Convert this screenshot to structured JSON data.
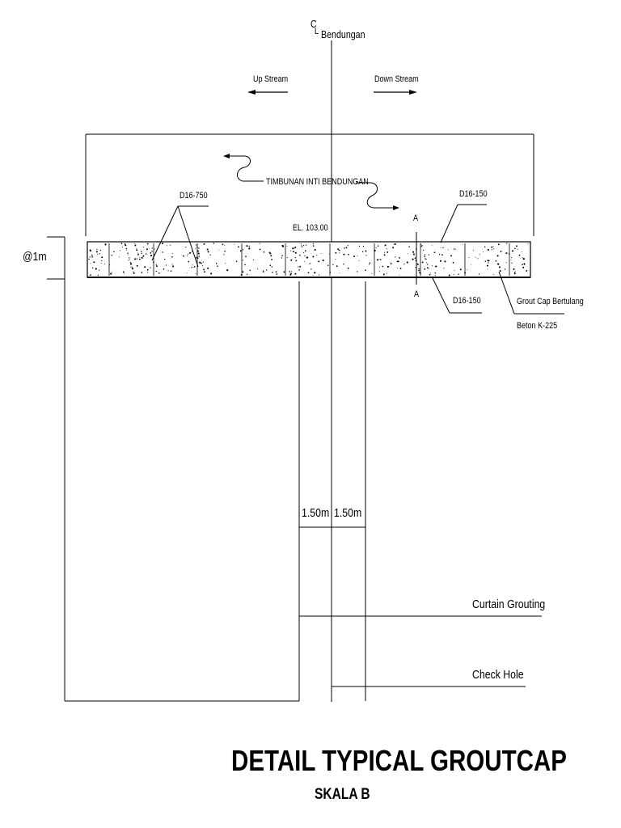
{
  "labels": {
    "centerline_symbol": "C",
    "centerline_sub": "L",
    "centerline": "Bendungan",
    "upstream": "Up Stream",
    "downstream": "Down Stream",
    "timbunan": "TIMBUNAN INTI BENDUNGAN",
    "rebar_top_left": "D16-750",
    "rebar_top_right": "D16-150",
    "section_a_top": "A",
    "section_a_bottom": "A",
    "elevation": "EL. 103.00",
    "thickness": "@1m",
    "rebar_bottom": "D16-150",
    "grout_cap_1": "Grout Cap Bertulang",
    "grout_cap_2": "Beton K-225",
    "dim_left": "1.50m",
    "dim_right": "1.50m",
    "curtain_grouting": "Curtain Grouting",
    "check_hole": "Check Hole"
  },
  "title": "DETAIL TYPICAL GROUTCAP",
  "subtitle": "SKALA B"
}
